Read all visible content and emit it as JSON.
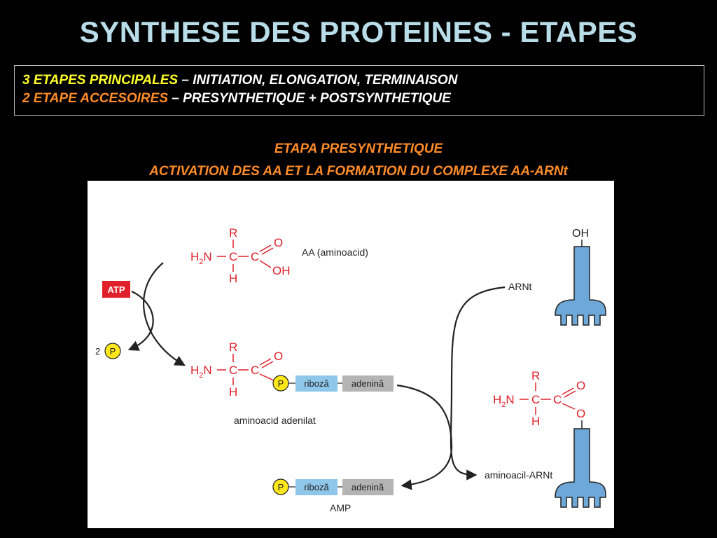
{
  "title": "SYNTHESE DES PROTEINES - ETAPES",
  "box": {
    "line1_lead": "3 ETAPES PRINCIPALES",
    "line1_rest": "– INITIATION, ELONGATION, TERMINAISON",
    "line2_lead": "2 ETAPE ACCESOIRES",
    "line2_rest": "– PRESYNTHETIQUE + POSTSYNTHETIQUE"
  },
  "subtitle": {
    "line1": "ETAPA PRESYNTHETIQUE",
    "line2": "ACTIVATION DES AA ET LA FORMATION DU COMPLEXE AA-ARNt"
  },
  "diagram": {
    "aa_label": "AA (aminoacid)",
    "atp": "ATP",
    "pp_count": "2",
    "phosphate": "P",
    "ribose": "riboză",
    "adenine": "adenină",
    "adenylate_label": "aminoacid adenilat",
    "amp_label": "AMP",
    "trna_label": "ARNt",
    "aminoacyl_label": "aminoacil-ARNt",
    "oh": "OH",
    "chem": {
      "R": "R",
      "C": "C",
      "H": "H",
      "O": "O",
      "OH": "OH",
      "H2N": "H",
      "sub2": "2",
      "N": "N"
    },
    "colors": {
      "chem": "#e0202a",
      "atp_box": "#e0202a",
      "phosphate": "#ffe81a",
      "ribose": "#8ec7ea",
      "adenine": "#b4b4b4",
      "trna": "#6ea8d8"
    }
  }
}
